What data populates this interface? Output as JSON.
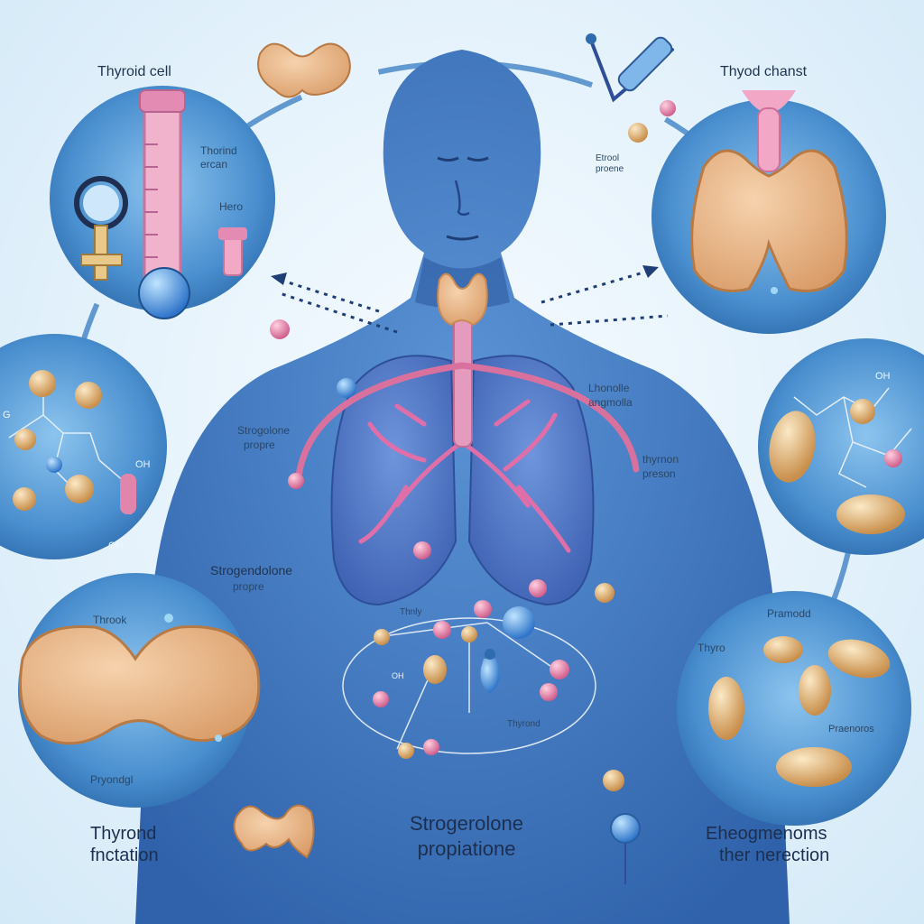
{
  "labels": {
    "thyroid_cell": "Thyroid cell",
    "thyod_chanst": "Thyod chanst",
    "thorind_ercan_1": "Thorind",
    "thorind_ercan_2": "ercan",
    "hero": "Hero",
    "etrool_proene_1": "Etrool",
    "etrool_proene_2": "proene",
    "strogolone_1": "Strogolone",
    "strogolone_2": "propre",
    "lhonolle_1": "Lhonolle",
    "lhonolle_2": "angmolla",
    "thyrnon_1": "thyrnon",
    "thyrnon_2": "preson",
    "strogendolone_1": "Strogendolone",
    "strogendolone_2": "propre",
    "thnly": "Thnly",
    "thyrond_small": "Thyrond",
    "throok": "Throok",
    "pryondgl": "Pryondgl",
    "pramodd": "Pramodd",
    "thyro": "Thyro",
    "praenoros": "Praenoros",
    "oh_top": "OH",
    "oh_left": "OH",
    "oh_left2": "OH",
    "oh_center": "OH",
    "g_left": "G"
  },
  "captions": {
    "left_1": "Thyrond",
    "left_2": "fnctation",
    "center_1": "Strogerolone",
    "center_2": "propiatione",
    "right_1": "Eheogmenoms",
    "right_2": "ther nerection"
  },
  "colors": {
    "circle_fill": "#3f86c7",
    "body_blue": "#3a74c2",
    "gland_tan": "#e8b98a",
    "vessel_pink": "#d9719f",
    "text_dark": "#1d2f4f"
  }
}
